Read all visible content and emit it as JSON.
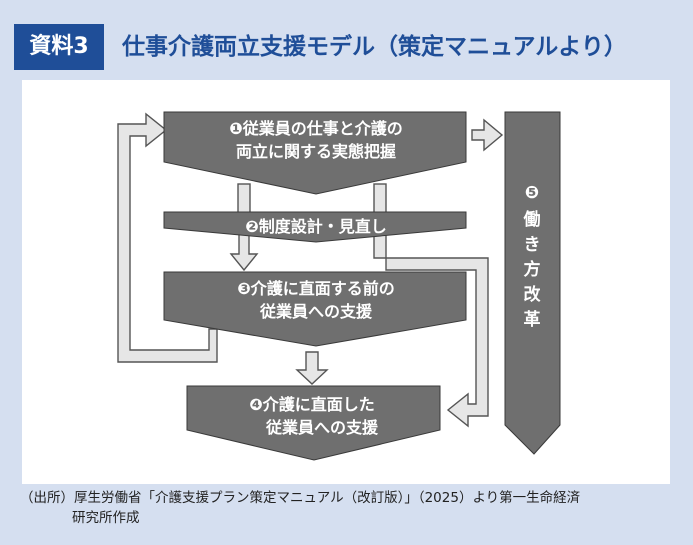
{
  "header": {
    "tag": "資料3",
    "title": "仕事介護両立支援モデル（策定マニュアルより）"
  },
  "colors": {
    "accent": "#1f4e98",
    "background": "#d5dff0",
    "box_fill": "#6f6f6f",
    "arrow_fill": "#e6e6e6",
    "box_text": "#ffffff"
  },
  "diagram": {
    "steps": [
      {
        "line1": "❶従業員の仕事と介護の",
        "line2": "両立に関する実態把握"
      },
      {
        "line1": "❷制度設計・見直し"
      },
      {
        "line1": "❸介護に直面する前の",
        "line2": "従業員への支援"
      },
      {
        "line1": "❹介護に直面した",
        "line2": "従業員への支援"
      }
    ],
    "side_column": {
      "number": "❺",
      "chars": [
        "働",
        "き",
        "方",
        "改",
        "革"
      ]
    }
  },
  "source": {
    "line1": "（出所）厚生労働省「介護支援プラン策定マニュアル（改訂版）」（2025）より第一生命経済",
    "line2": "研究所作成"
  }
}
